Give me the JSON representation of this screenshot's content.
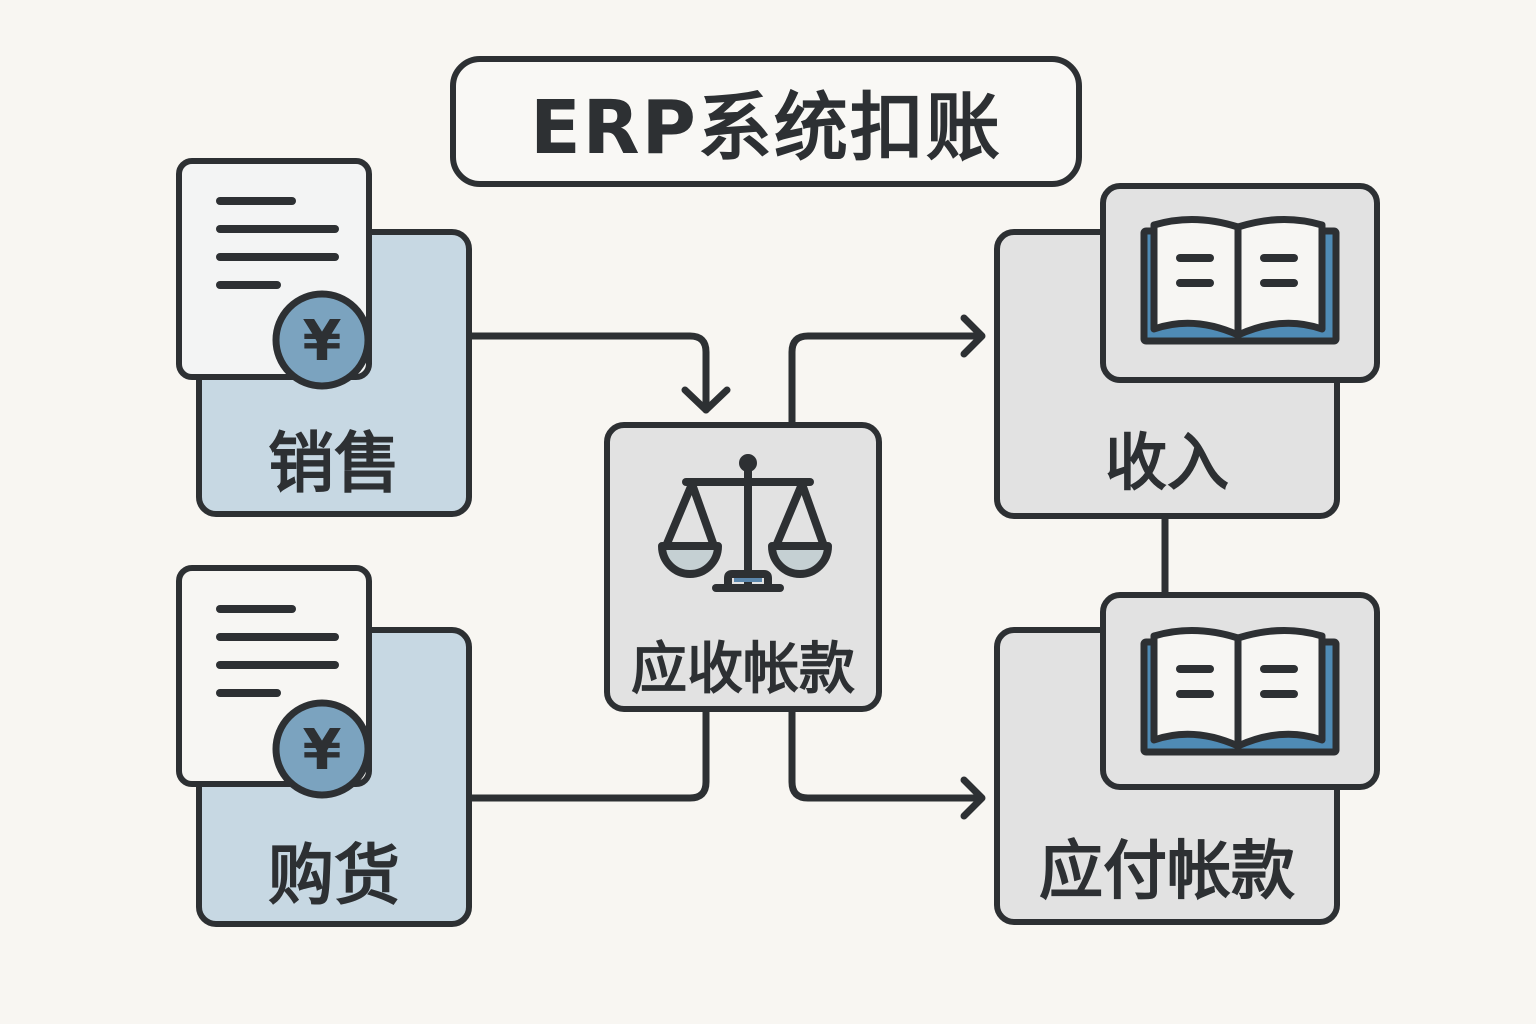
{
  "title": "ERP系统扣账",
  "nodes": {
    "sales": {
      "label": "销售",
      "icon": "invoice-yen-icon"
    },
    "purchase": {
      "label": "购货",
      "icon": "invoice-yen-icon"
    },
    "receivable": {
      "label": "应收帐款",
      "icon": "balance-scale-icon"
    },
    "income": {
      "label": "收入",
      "icon": "open-book-icon"
    },
    "payable": {
      "label": "应付帐款",
      "icon": "open-book-icon"
    }
  },
  "currency_symbol": "¥",
  "edges": [
    {
      "from": "销售",
      "to": "应收帐款",
      "arrow": true
    },
    {
      "from": "购货",
      "to": "应收帐款",
      "arrow": false
    },
    {
      "from": "应收帐款",
      "to": "收入",
      "arrow": true
    },
    {
      "from": "应收帐款",
      "to": "应付帐款",
      "arrow": true
    },
    {
      "from": "收入",
      "to": "应付帐款",
      "arrow": false
    }
  ],
  "colors": {
    "stroke": "#2d3033",
    "background": "#f8f6f2",
    "blue_card": "#c7d8e3",
    "gray_card": "#e2e2e2",
    "coin": "#7ba3bf",
    "book_edge": "#4f8bb5"
  }
}
